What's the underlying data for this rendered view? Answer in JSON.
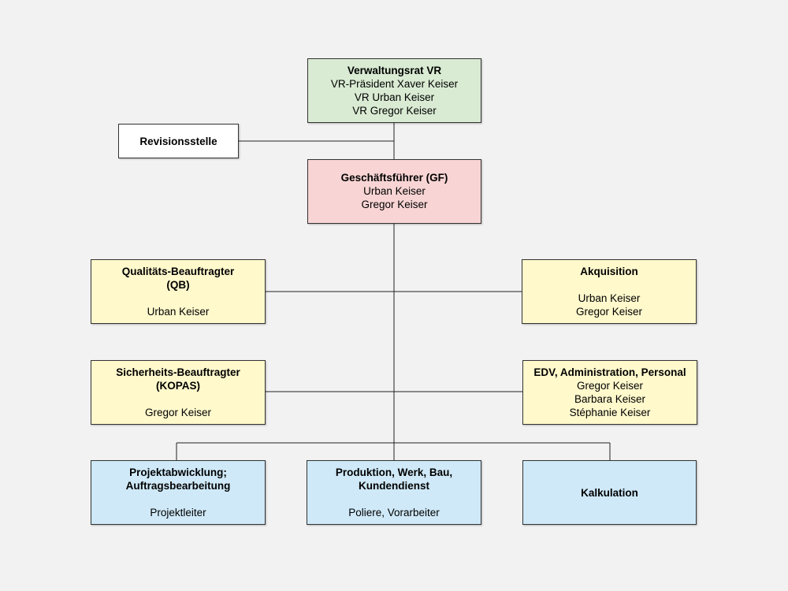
{
  "board": {
    "title": "Verwaltungsrat VR",
    "members": [
      "VR-Präsident Xaver Keiser",
      "VR Urban Keiser",
      "VR Gregor Keiser"
    ]
  },
  "audit": {
    "title": "Revisionsstelle"
  },
  "gm": {
    "title": "Geschäftsführer (GF)",
    "members": [
      "Urban Keiser",
      "Gregor Keiser"
    ]
  },
  "quality": {
    "title_lines": [
      "Qualitäts-Beauftragter",
      "(QB)"
    ],
    "members": [
      "Urban Keiser"
    ]
  },
  "acquisition": {
    "title": "Akquisition",
    "members": [
      "Urban Keiser",
      "Gregor Keiser"
    ]
  },
  "safety": {
    "title_lines": [
      "Sicherheits-Beauftragter",
      "(KOPAS)"
    ],
    "members": [
      "Gregor Keiser"
    ]
  },
  "it_admin": {
    "title": "EDV, Administration, Personal",
    "members": [
      "Gregor Keiser",
      "Barbara Keiser",
      "Stéphanie Keiser"
    ]
  },
  "project": {
    "title_lines": [
      "Projektabwicklung;",
      "Auftragsbearbeitung"
    ],
    "members": [
      "Projektleiter"
    ]
  },
  "production": {
    "title_lines": [
      "Produktion, Werk, Bau,",
      "Kundendienst"
    ],
    "members": [
      "Poliere, Vorarbeiter"
    ]
  },
  "calculation": {
    "title": "Kalkulation"
  }
}
